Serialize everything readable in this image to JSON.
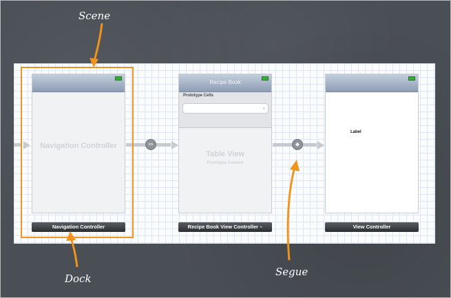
{
  "annotations": {
    "scene": "Scene",
    "dock": "Dock",
    "segue": "Segue"
  },
  "scenes": {
    "navigation": {
      "center_label": "Navigation Controller",
      "dock_label": "Navigation Controller"
    },
    "recipe": {
      "nav_title": "Recipe Book",
      "prototype_title": "Prototype Cells",
      "table_title": "Table View",
      "table_subtitle": "Prototype Content",
      "dock_label": "Recipe Book View Controller –"
    },
    "viewcontroller": {
      "label": "Label",
      "dock_label": "View Controller"
    }
  },
  "colors": {
    "annotation": "#f0941e",
    "board": "#4a4f55",
    "grid": "#dde6f2"
  },
  "icons": {
    "relationship": "relationship-segue-icon",
    "push": "push-segue-icon"
  }
}
